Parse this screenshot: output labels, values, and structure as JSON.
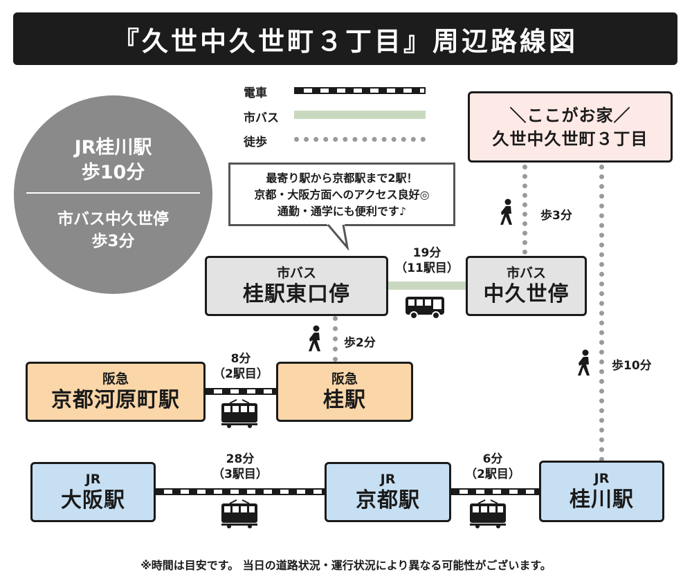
{
  "title": "『久世中久世町３丁目』周辺路線図",
  "legend": {
    "train": "電車",
    "bus": "市バス",
    "walk": "徒歩"
  },
  "summary": {
    "main_line1": "JR桂川駅",
    "main_line2": "歩10分",
    "sub_line1": "市バス中久世停",
    "sub_line2": "歩3分"
  },
  "speech": [
    "最寄り駅から京都駅まで2駅！",
    "京都・大阪方面へのアクセス良好◎",
    "通勤・通学にも便利です♪"
  ],
  "home": {
    "line1": "＼ここがお家／",
    "line2": "久世中久世町３丁目"
  },
  "stations": {
    "katsura_higashi": {
      "operator": "市バス",
      "name": "桂駅東口停"
    },
    "nakakuze": {
      "operator": "市バス",
      "name": "中久世停"
    },
    "kawaramachi": {
      "operator": "阪急",
      "name": "京都河原町駅"
    },
    "katsura": {
      "operator": "阪急",
      "name": "桂駅"
    },
    "osaka": {
      "operator": "JR",
      "name": "大阪駅"
    },
    "kyoto": {
      "operator": "JR",
      "name": "京都駅"
    },
    "katsuragawa": {
      "operator": "JR",
      "name": "桂川駅"
    }
  },
  "routes": {
    "bus_time": "19分",
    "bus_stops": "（11駅目）",
    "hankyu_time": "8分",
    "hankyu_stops": "（2駅目）",
    "jr_osaka_time": "28分",
    "jr_osaka_stops": "（3駅目）",
    "jr_kyoto_time": "6分",
    "jr_kyoto_stops": "（2駅目）"
  },
  "walks": {
    "home_to_bus": "歩3分",
    "bus_to_katsura": "歩2分",
    "home_to_jr": "歩10分"
  },
  "footnote": "※時間は目安です。 当日の道路状況・運行状況により異なる可能性がございます。"
}
